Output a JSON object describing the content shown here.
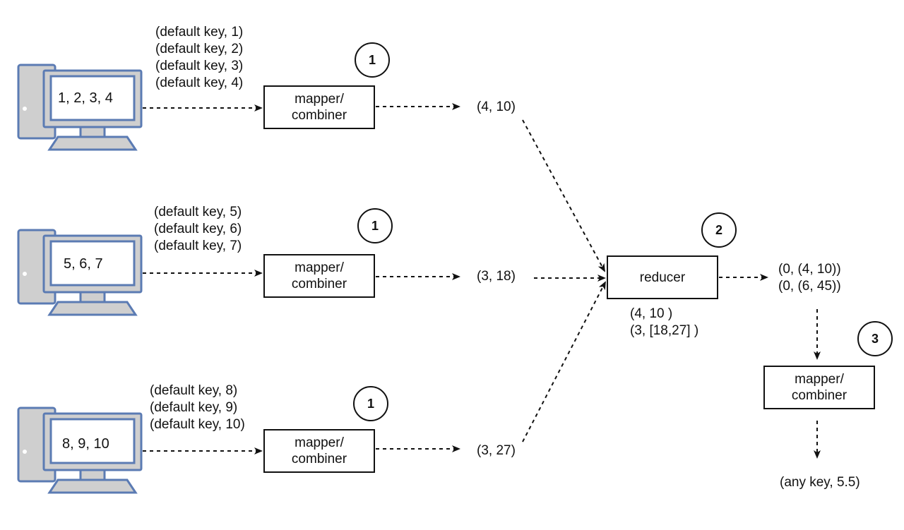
{
  "computers": [
    {
      "values": "1, 2, 3, 4",
      "pairs": [
        "(default key, 1)",
        "(default key, 2)",
        "(default key, 3)",
        "(default key, 4)"
      ]
    },
    {
      "values": "5, 6, 7",
      "pairs": [
        "(default key, 5)",
        "(default key, 6)",
        "(default key, 7)"
      ]
    },
    {
      "values": "8, 9, 10",
      "pairs": [
        "(default key, 8)",
        "(default key, 9)",
        "(default key, 10)"
      ]
    }
  ],
  "mappers": [
    {
      "label_line1": "mapper/",
      "label_line2": "combiner",
      "step": "1",
      "output": "(4, 10)"
    },
    {
      "label_line1": "mapper/",
      "label_line2": "combiner",
      "step": "1",
      "output": "(3, 18)"
    },
    {
      "label_line1": "mapper/",
      "label_line2": "combiner",
      "step": "1",
      "output": "(3, 27)"
    }
  ],
  "reducer": {
    "label": "reducer",
    "step": "2",
    "inputs": [
      "(4, 10 )",
      "(3, [18,27] )"
    ],
    "outputs": [
      "(0, (4, 10))",
      "(0, (6, 45))"
    ]
  },
  "final_mapper": {
    "label_line1": "mapper/",
    "label_line2": "combiner",
    "step": "3",
    "output": "(any key, 5.5)"
  },
  "colors": {
    "computer_fill": "#cfcfcf",
    "computer_stroke": "#5b7bb3",
    "screen_fill": "#ffffff",
    "line": "#111111"
  }
}
